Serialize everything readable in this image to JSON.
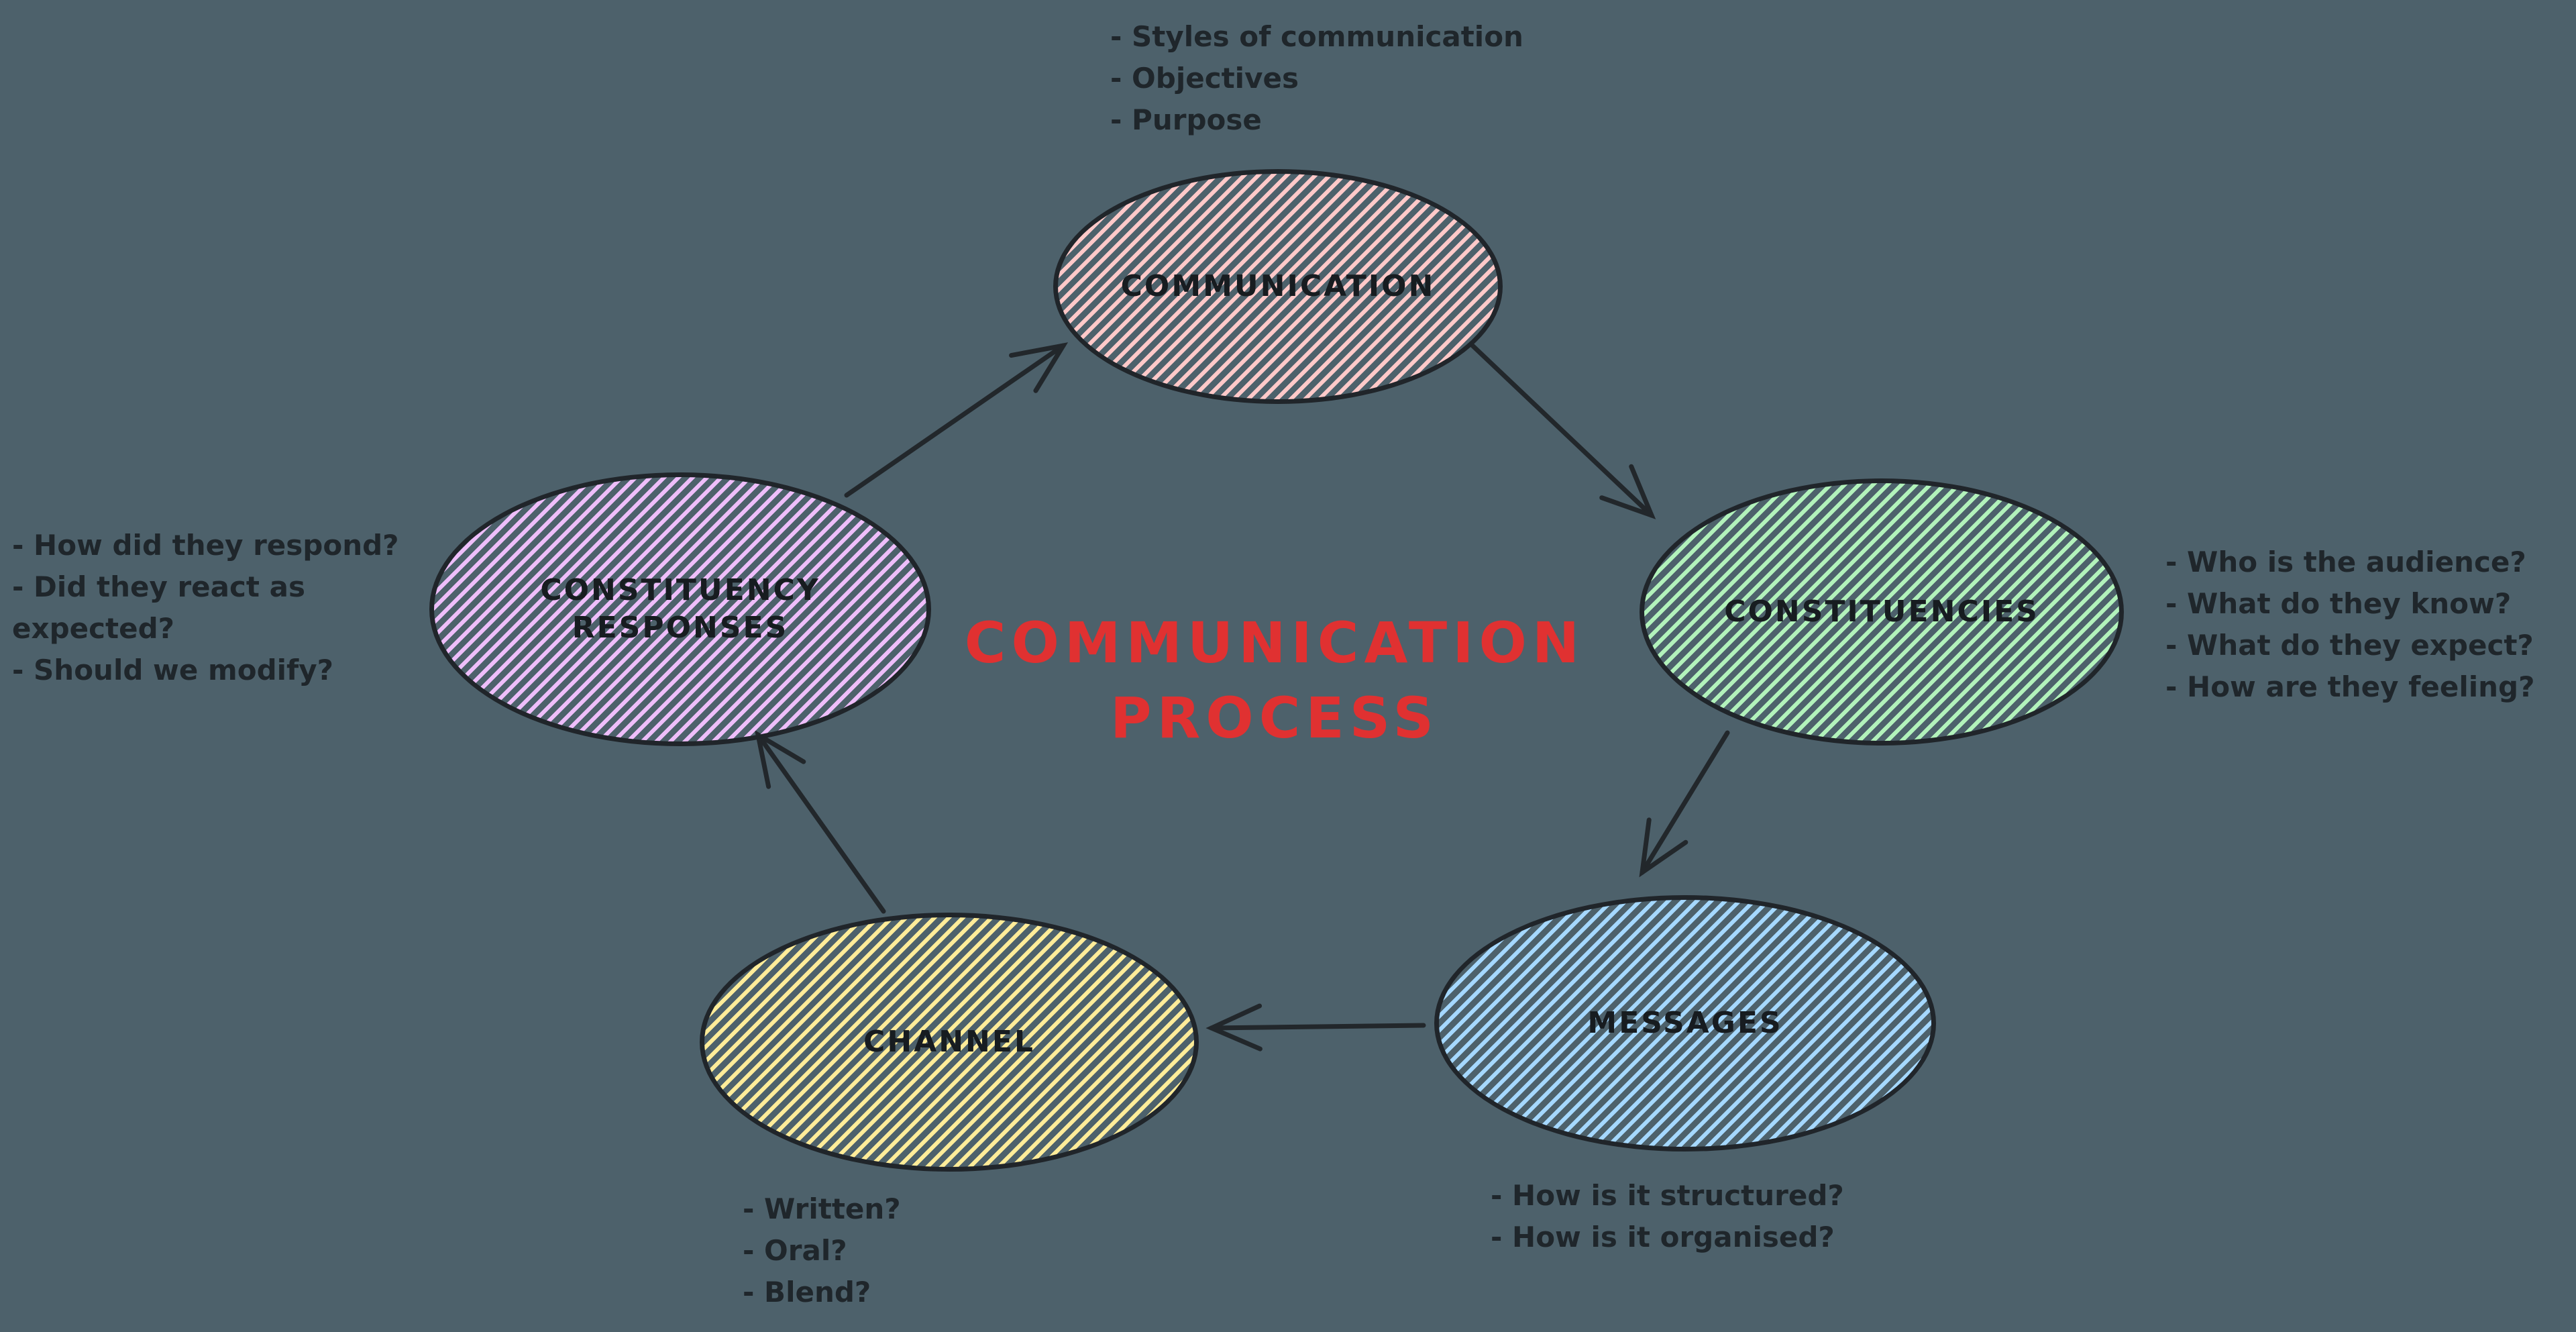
{
  "canvas": {
    "background": "#4d616b",
    "stroke": "#22272b",
    "text": "#1f262b"
  },
  "title": {
    "lines": [
      "COMMUNICATION",
      "PROCESS"
    ],
    "color": "#e03131"
  },
  "nodes": {
    "communication": {
      "label_lines": [
        "COMMUNICATION"
      ],
      "fill": "#ffc9c9"
    },
    "constituencies": {
      "label_lines": [
        "CONSTITUENCIES"
      ],
      "fill": "#b2f2bb"
    },
    "messages": {
      "label_lines": [
        "MESSAGES"
      ],
      "fill": "#a5d8ff"
    },
    "channel": {
      "label_lines": [
        "CHANNEL"
      ],
      "fill": "#ffec99"
    },
    "constituency_responses": {
      "label_lines": [
        "CONSTITUENCY",
        "RESPONSES"
      ],
      "fill": "#eebefa"
    }
  },
  "annotations": {
    "communication": {
      "lines": [
        "- Styles of communication",
        "- Objectives",
        "- Purpose"
      ]
    },
    "constituencies": {
      "lines": [
        "- Who is the audience?",
        "- What do they know?",
        "- What do they expect?",
        "- How are they feeling?"
      ]
    },
    "messages": {
      "lines": [
        "- How is it structured?",
        "- How is it organised?"
      ]
    },
    "channel": {
      "lines": [
        "- Written?",
        "- Oral?",
        "- Blend?"
      ]
    },
    "constituency_responses": {
      "lines": [
        "- How did they respond?",
        "- Did they react as",
        "expected?",
        "- Should we modify?"
      ]
    }
  },
  "arrows": [
    {
      "from": "COMMUNICATION",
      "to": "CONSTITUENCIES"
    },
    {
      "from": "CONSTITUENCIES",
      "to": "MESSAGES"
    },
    {
      "from": "MESSAGES",
      "to": "CHANNEL"
    },
    {
      "from": "CHANNEL",
      "to": "CONSTITUENCY RESPONSES"
    },
    {
      "from": "CONSTITUENCY RESPONSES",
      "to": "COMMUNICATION"
    }
  ]
}
